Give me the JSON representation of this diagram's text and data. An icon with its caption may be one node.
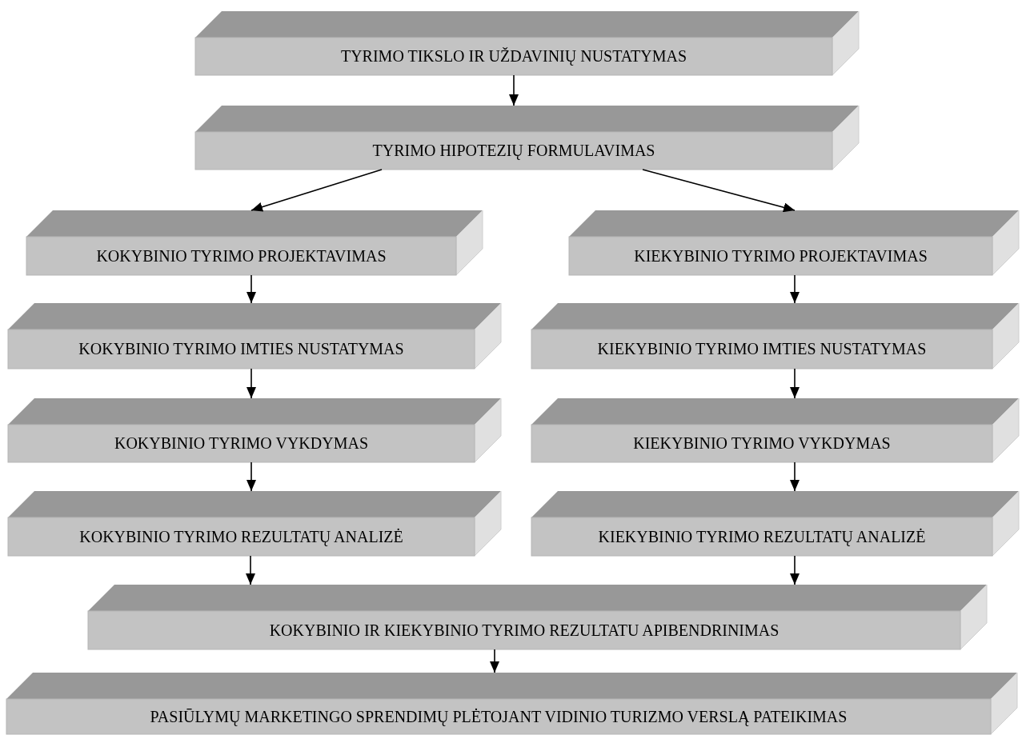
{
  "diagram": {
    "nodes": [
      {
        "text": [
          "TYRIMO TIKSLO IR UŽDAVINIŲ NUSTATYMAS"
        ]
      },
      {
        "text": [
          "TYRIMO HIPOTEZIŲ FORMULAVIMAS"
        ]
      },
      {
        "text": [
          "KOKYBINIO TYRIMO PROJEKTAVIMAS"
        ]
      },
      {
        "text": [
          "KIEKYBINIO TYRIMO PROJEKTAVIMAS"
        ]
      },
      {
        "text": [
          "KOKYBINIO TYRIMO IMTIES NUSTATYMAS"
        ]
      },
      {
        "text": [
          "KIEKYBINIO TYRIMO IMTIES NUSTATYMAS"
        ]
      },
      {
        "text": [
          "KOKYBINIO TYRIMO VYKDYMAS"
        ]
      },
      {
        "text": [
          "KIEKYBINIO TYRIMO VYKDYMAS"
        ]
      },
      {
        "text": [
          "KOKYBINIO TYRIMO REZULTATŲ ANALIZĖ"
        ]
      },
      {
        "text": [
          "KIEKYBINIO TYRIMO REZULTATŲ ANALIZĖ"
        ]
      },
      {
        "text": [
          "KOKYBINIO IR KIEKYBINIO TYRIMO REZULTATU APIBENDRINIMAS"
        ]
      },
      {
        "text": [
          "PASIŪLYMŲ MARKETINGO SPRENDIMŲ PLĖTOJANT VIDINIO TURIZMO VERSLĄ PATEIKIMAS"
        ]
      }
    ],
    "edges": [
      {
        "from": 0,
        "to": 1,
        "arrow": "to"
      },
      {
        "from": 1,
        "to": 2,
        "arrow": "to"
      },
      {
        "from": 1,
        "to": 3,
        "arrow": "to"
      },
      {
        "from": 2,
        "to": 4,
        "arrow": "to"
      },
      {
        "from": 3,
        "to": 5,
        "arrow": "to"
      },
      {
        "from": 4,
        "to": 6,
        "arrow": "to"
      },
      {
        "from": 5,
        "to": 7,
        "arrow": "to"
      },
      {
        "from": 6,
        "to": 8,
        "arrow": "to"
      },
      {
        "from": 7,
        "to": 9,
        "arrow": "to"
      },
      {
        "from": 8,
        "to": 10,
        "arrow": "to"
      },
      {
        "from": 9,
        "to": 10,
        "arrow": "to"
      },
      {
        "from": 10,
        "to": 11,
        "arrow": "to"
      }
    ]
  }
}
